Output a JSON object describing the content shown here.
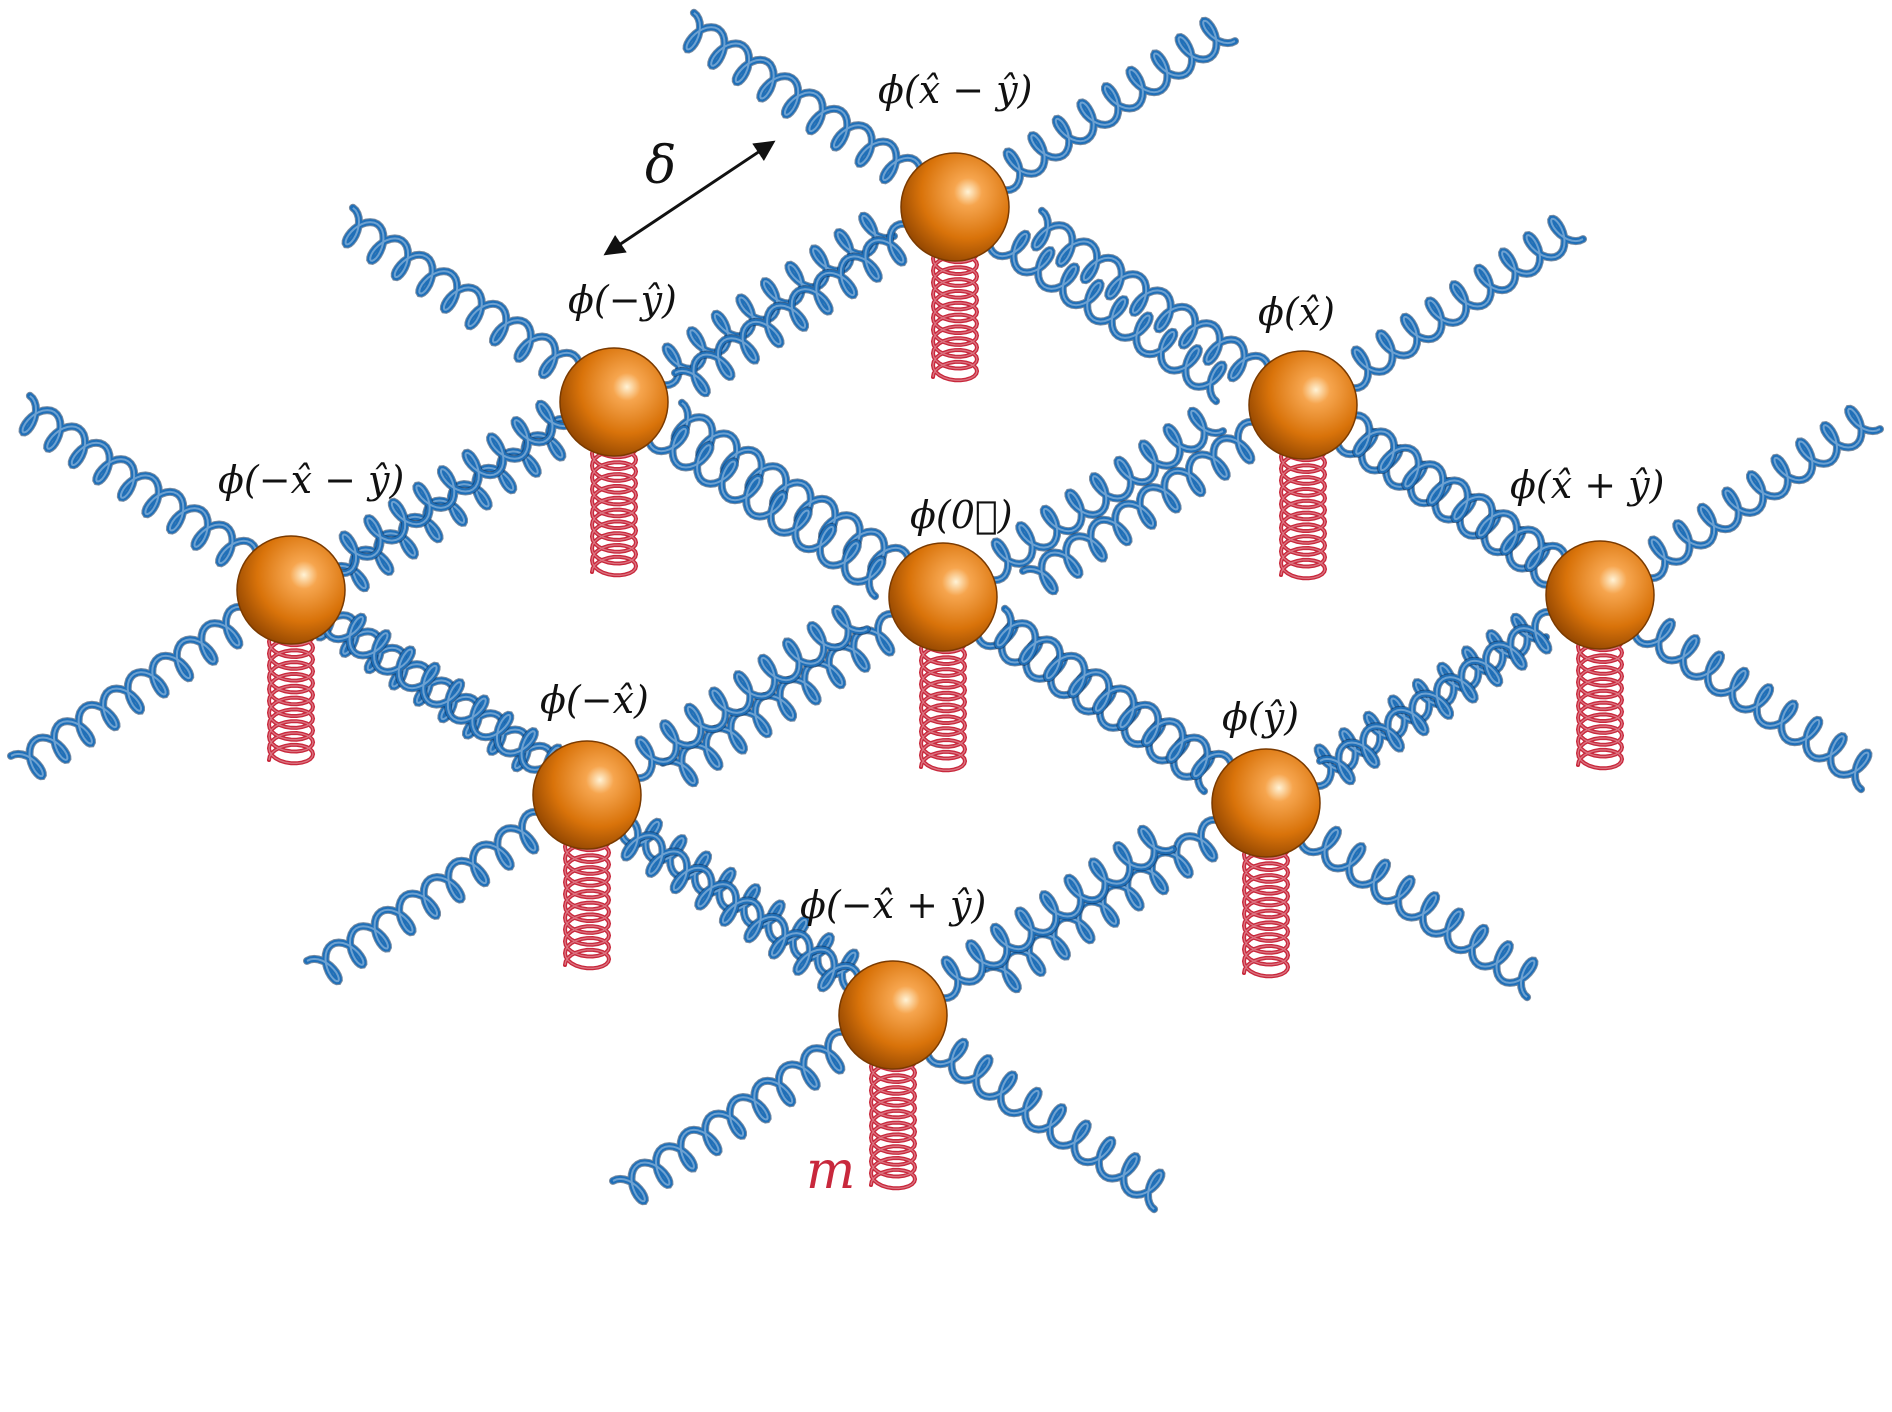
{
  "diagram": {
    "labels": {
      "delta": "δ",
      "mass": "m",
      "site_0": "ϕ(0⃗)",
      "site_x": "ϕ(x̂)",
      "site_minus_x": "ϕ(−x̂)",
      "site_y": "ϕ(ŷ)",
      "site_minus_y": "ϕ(−ŷ)",
      "site_x_plus_y": "ϕ(x̂ + ŷ)",
      "site_x_minus_y": "ϕ(x̂ − ŷ)",
      "site_minus_x_minus_y": "ϕ(−x̂ − ŷ)",
      "site_minus_x_plus_y": "ϕ(−x̂ + ŷ)"
    },
    "colors": {
      "coupling_spring": "#1f6fb8",
      "mass_spring": "#c8283c",
      "site_mass": "#d9730a",
      "mass_label": "#c8283c",
      "arrow": "#111111"
    },
    "icons": {
      "site": "sphere-icon",
      "coupling": "blue-spring-icon",
      "on-site": "red-spring-icon",
      "separation": "double-arrow-icon"
    }
  }
}
